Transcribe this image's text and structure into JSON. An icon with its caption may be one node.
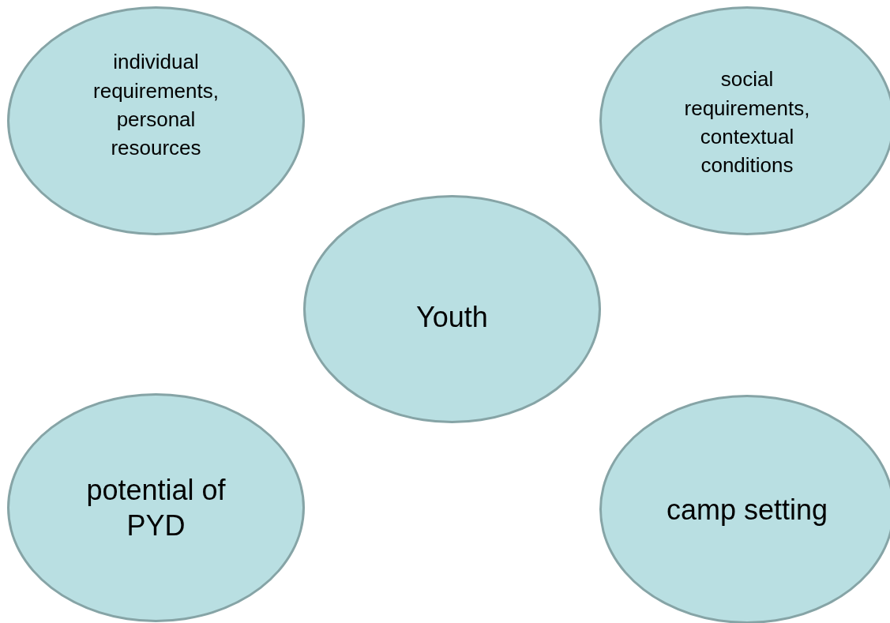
{
  "diagram": {
    "nodes": [
      {
        "text": [
          "individual requirements, personal resources"
        ]
      },
      {
        "text": [
          "social requirements, contextual conditions"
        ]
      },
      {
        "text": [
          "Youth"
        ]
      },
      {
        "text": [
          "potential of PYD"
        ]
      },
      {
        "text": [
          "camp setting"
        ]
      }
    ]
  }
}
